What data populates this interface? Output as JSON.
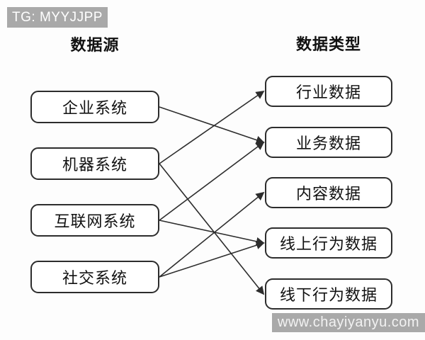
{
  "watermarks": {
    "top": "TG: MYYJJPP",
    "bottom": "www.chayiyanyu.com"
  },
  "headers": {
    "sources": "数据源",
    "types": "数据类型"
  },
  "sources": {
    "items": [
      {
        "id": "enterprise-system",
        "label": "企业系统"
      },
      {
        "id": "machine-system",
        "label": "机器系统"
      },
      {
        "id": "internet-system",
        "label": "互联网系统"
      },
      {
        "id": "social-system",
        "label": "社交系统"
      }
    ]
  },
  "types": {
    "items": [
      {
        "id": "industry-data",
        "label": "行业数据"
      },
      {
        "id": "business-data",
        "label": "业务数据"
      },
      {
        "id": "content-data",
        "label": "内容数据"
      },
      {
        "id": "online-behavior-data",
        "label": "线上行为数据"
      },
      {
        "id": "offline-behavior-data",
        "label": "线下行为数据"
      }
    ]
  },
  "connections": [
    {
      "from": "enterprise-system",
      "to": "business-data"
    },
    {
      "from": "machine-system",
      "to": "industry-data"
    },
    {
      "from": "machine-system",
      "to": "offline-behavior-data"
    },
    {
      "from": "internet-system",
      "to": "business-data"
    },
    {
      "from": "internet-system",
      "to": "online-behavior-data"
    },
    {
      "from": "social-system",
      "to": "content-data"
    },
    {
      "from": "social-system",
      "to": "online-behavior-data"
    }
  ],
  "colors": {
    "arrow": "#2d2d2d",
    "node_border": "#2d2d2d",
    "banner_bg": "#a9a9a9",
    "banner_text_top": "#ffffff",
    "banner_text_bottom": "#f2f2f2"
  }
}
